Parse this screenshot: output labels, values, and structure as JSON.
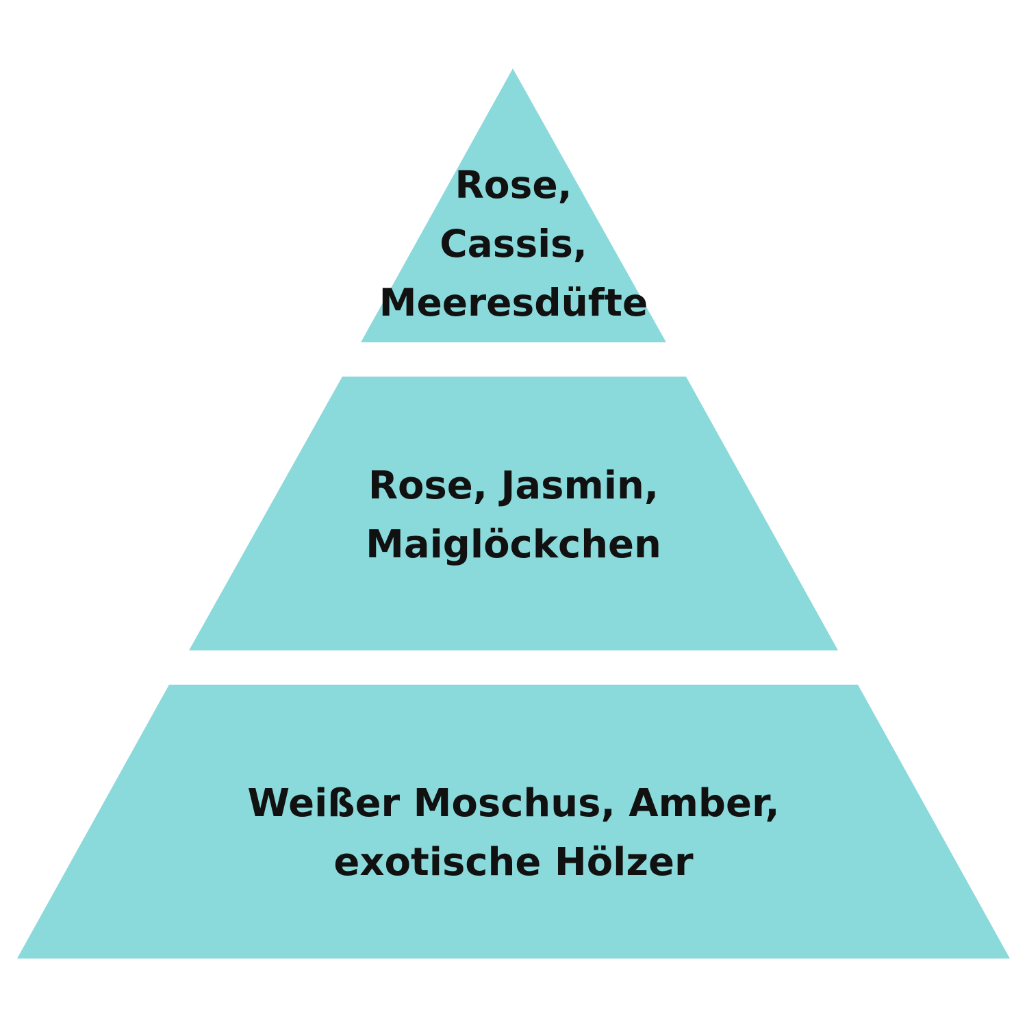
{
  "colors": {
    "tier_fill": "#8AD9DB",
    "text": "#111111",
    "background": "#FFFFFF"
  },
  "tiers": [
    {
      "name": "top",
      "lines": [
        "Rose,",
        "Cassis,",
        "Meeresdüfte"
      ]
    },
    {
      "name": "middle",
      "lines": [
        "Rose, Jasmin,",
        "Maiglöckchen"
      ]
    },
    {
      "name": "bottom",
      "lines": [
        "Weißer Moschus, Amber,",
        "exotische Hölzer"
      ]
    }
  ]
}
